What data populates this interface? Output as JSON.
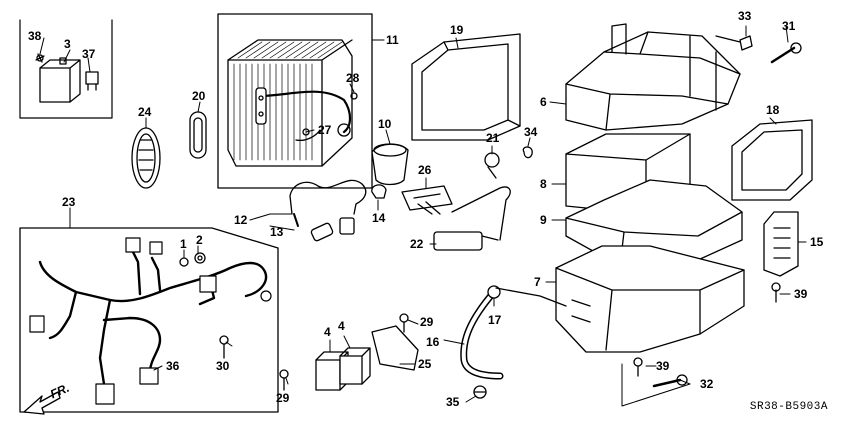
{
  "diagram_code": "SR38-B5903A",
  "front_label": "FR.",
  "callouts": {
    "c38": "38",
    "c3": "3",
    "c37": "37",
    "c24": "24",
    "c20": "20",
    "c11": "11",
    "c28": "28",
    "c27": "27",
    "c10": "10",
    "c19": "19",
    "c12": "12",
    "c13": "13",
    "c14": "14",
    "c21": "21",
    "c34": "34",
    "c26": "26",
    "c22": "22",
    "c33": "33",
    "c31": "31",
    "c6": "6",
    "c18": "18",
    "c8": "8",
    "c9": "9",
    "c15": "15",
    "c7": "7",
    "c39a": "39",
    "c39b": "39",
    "c23": "23",
    "c1": "1",
    "c2": "2",
    "c17": "17",
    "c29a": "29",
    "c4a": "4",
    "c4b": "4",
    "c16": "16",
    "c25": "25",
    "c30": "30",
    "c36": "36",
    "c29b": "29",
    "c35": "35",
    "c32": "32"
  }
}
